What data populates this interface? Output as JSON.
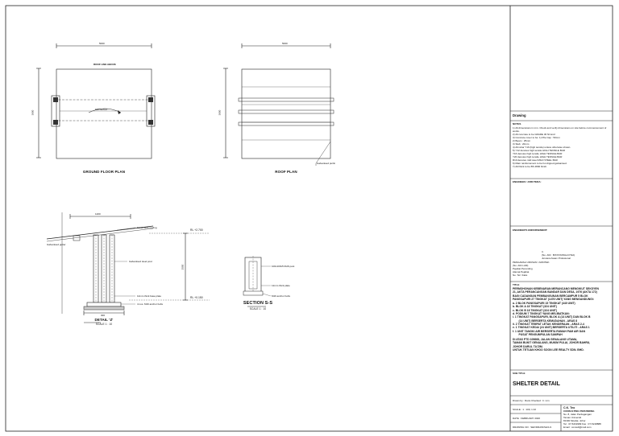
{
  "labels": {
    "ground_floor_plan": "GROUND FLOOR PLAN",
    "roof_plan": "ROOF PLAN",
    "detail": "DETAIL 'Z'",
    "detail_scale": "SCALE 1 : 10",
    "section": "SECTION S-S",
    "section_scale": "SCALE 1 : 10",
    "roof_line_label": "ROOF LINE ABOVE",
    "driveway": "DRIVEWAY",
    "rl_top": "RL +2.700",
    "rl_bottom": "RL +0.150"
  },
  "titleblock": {
    "drawing_header": "Drawing",
    "notes_header": "NOTES",
    "notes": [
      "1) All dimensions in mm. Check and verify dimensions on site before commencement of works.",
      "2) All concrete to be GRADE 30 N/mm2.",
      "3) Concrete cover to be: 1) Pile Cap : 50mm",
      "                            2) Beam : 25mm",
      "                            3) Slab : 20mm",
      "4) All rebar Y16 (high tensile) unless otherwise shown.",
      "5) Y12 denotes high tensile HIGH TENSILE BAR",
      "   Y16 denotes high tensile HIGH TENSILE BAR",
      "   Y20 denotes high tensile HIGH TENSILE BAR",
      "   R10 denotes mild steel MILD STEEL BAR",
      "6) Main reinforcement to be hot dipped galvanised.",
      "7) All Paint to be BS 4800 finish."
    ],
    "engineer_header": "ENGINEER / JURUTERA:",
    "owner_header": "ENGINEER'S ENDORSEMENT:",
    "consultant_lines": [
      "Ir.                     ",
      "(No. Ahli : B/XXXX/MALAYSIA)",
      "Jurutera Awam Profesional"
    ],
    "architect_lines": [
      "PENGARAH URUSAN / ARKITEK",
      "(No. Ahli LAM)",
      "Pejabat Perunding",
      "Alamat Pejabat",
      "No. Tel / Faks"
    ],
    "title_header": "TITLE",
    "title_lines": [
      "PERMOHONAN KEBENARAN MERANCANG MENGIKUT SEKSYEN",
      "21, AKTA PERANCANGAN BANDAR DAN DESA, 1976 (AKTA 172)",
      "BAGI CADANGAN PEMBANGUNAN BERCAMPUR 5 BLOK",
      "PANGSAPURI 27 TINGKAT (1476 UNIT) YANG MENGANDUNGI:",
      "a.     2 BLOK PANGSAPURI 15 TINGKAT (440 UNIT)",
      "b.     BLOK A 18 TINGKAT (324 UNIT)",
      "c.     BLOK B 18 TINGKAT (324 UNIT)",
      "d.     PODIUM 7 TINGKAT YANG MELIBATKAN:",
      "i.      1 TINGKAT PANGSAPURI, BLOK A (14 UNIT) DAN BLOK B",
      "        (14 UNIT) BERSERTA KEMUDAHAN - ARAS 8",
      "ii.     2 TINGKAT TEMPAT LETAK KENDERAAN - ARAS 2-4",
      "e.     1 TINGKAT KEDAI (24 UNIT) BERSERTA UTILITI - ARAS 1",
      "f.     1 UNIT TANGKI AIR BERSERTA RUMAH PAM AIR DAN",
      "        PUSAT PENGUMPULAN SAMPAH",
      "DI ATAS PTD 109668, JALAN GENALANG UTAMA,",
      "TAMAN BUKIT GENALANG, MUKIM PULAI, JOHOR BAHRU,",
      "JOHOR DARUL TA'ZIM.",
      "UNTUK TETUAN KHOO SOON LEE REALTY SDN. BHD."
    ],
    "subtitle_header": "SUB TITLE",
    "drawing_title": "SHELTER DETAIL",
    "drawn_by": "Drawn by : Reza   Checked : Ir. Lim",
    "scale": "SCALE : 1 : 100, 1:10",
    "date": "DATE : FEBRUARY 2020",
    "drawing_no": "DRAWING NO : SEF/DRAIN/SH/1/1",
    "firm_lines": [
      "C.K. Teo",
      "CONSULTING PERUNDING",
      "No. 8, Jalan Perdagangan",
      "Taman Universiti",
      "81300 Skudai, Johor",
      "Tel : 07-5219999 Fax : 07-5218888",
      "Email : consult@mail.com"
    ]
  },
  "dims": {
    "plan_width": "5000",
    "roof_width": "5000",
    "plan_height": "3800",
    "roof_height": "3800",
    "detail_width": "1200",
    "detail_height": "2550",
    "detail_base": "300"
  },
  "annotations": {
    "roof_sheet": "Metal deck roofing",
    "roof_purlin": "Galvanised purlin",
    "gutter": "Galvanised gutter",
    "post": "Galvanised steel post",
    "base_plate": "12mm thick base plate",
    "anchor_bolts": "4 nos. M16 anchor bolts",
    "section_post": "100x100x5 RHS post",
    "section_plate": "12mm thick plate",
    "section_bolts": "M16 anchor bolts"
  }
}
